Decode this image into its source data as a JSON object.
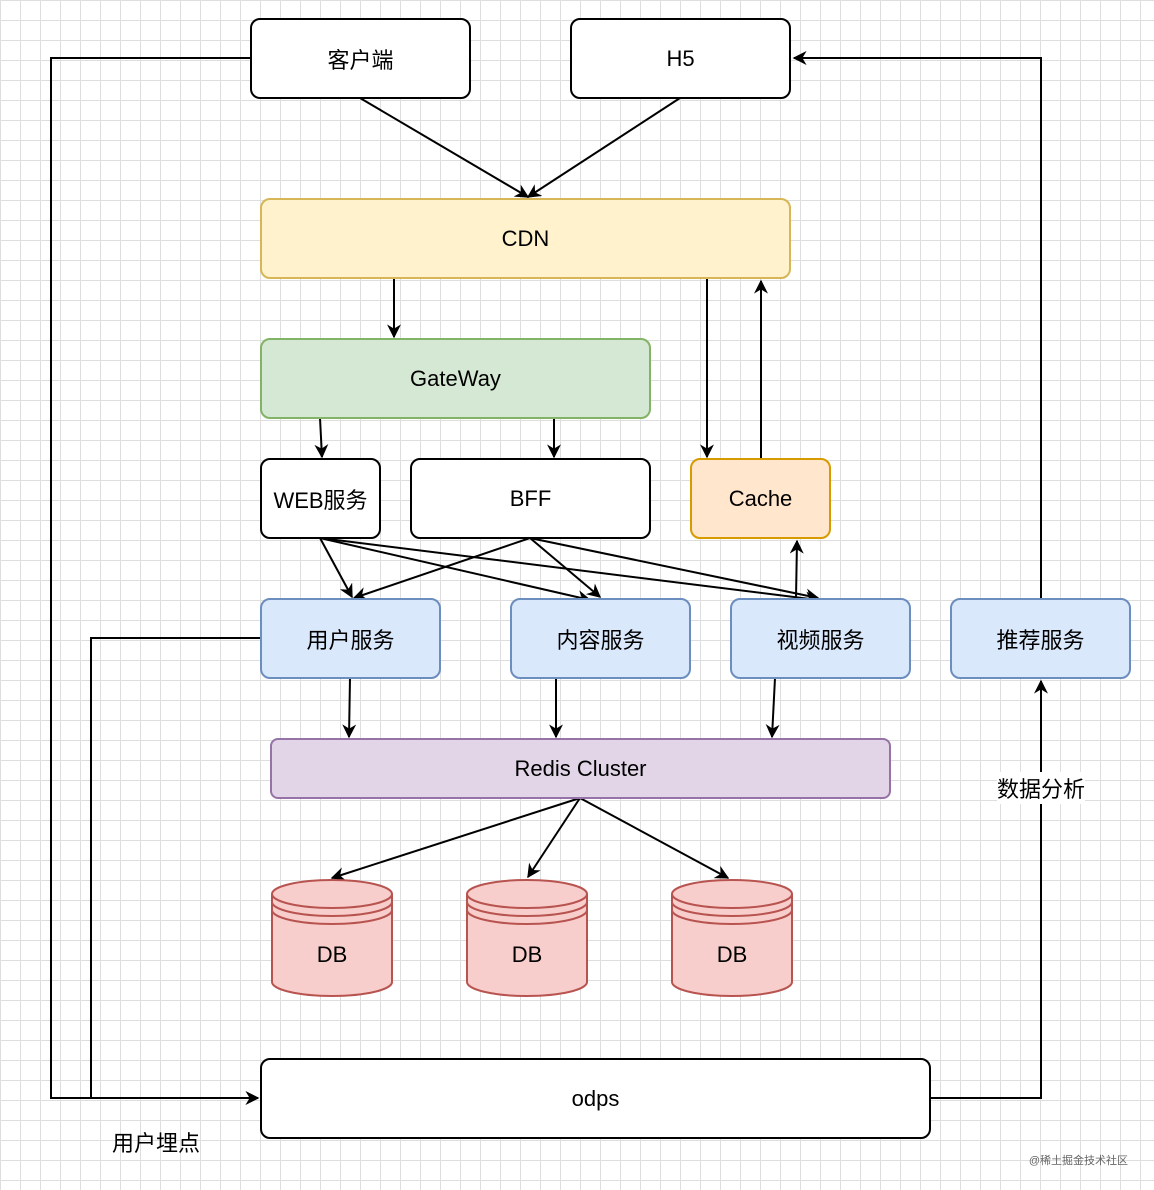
{
  "nodes": {
    "client": "客户端",
    "h5": "H5",
    "cdn": "CDN",
    "gateway": "GateWay",
    "web_service": "WEB服务",
    "bff": "BFF",
    "cache": "Cache",
    "user_service": "用户服务",
    "content_service": "内容服务",
    "video_service": "视频服务",
    "recommend_service": "推荐服务",
    "redis_cluster": "Redis Cluster",
    "odps": "odps"
  },
  "databases": [
    "DB",
    "DB",
    "DB"
  ],
  "edge_labels": {
    "user_tracking": "用户埋点",
    "data_analysis": "数据分析"
  },
  "watermark": "@稀土掘金技术社区",
  "colors": {
    "yellow_fill": "#fff2cc",
    "green_fill": "#d5e8d4",
    "blue_fill": "#dae8fc",
    "orange_fill": "#ffe6cc",
    "purple_fill": "#e1d5e7",
    "db_fill": "#f8cecc",
    "db_stroke": "#b85450"
  }
}
